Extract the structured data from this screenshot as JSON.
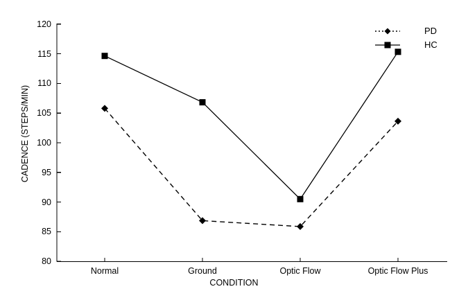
{
  "chart_data": {
    "type": "line",
    "title": "",
    "xlabel": "CONDITION",
    "ylabel": "CADENCE (STEPS/MIN)",
    "categories": [
      "Normal",
      "Ground",
      "Optic Flow",
      "Optic Flow Plus"
    ],
    "series": [
      {
        "name": "PD",
        "values": [
          105.7,
          86.8,
          85.8,
          103.6
        ],
        "line_style": "dashed",
        "marker": "diamond",
        "color": "#000000"
      },
      {
        "name": "HC",
        "values": [
          114.3,
          106.6,
          90.5,
          115.2
        ],
        "line_style": "solid",
        "marker": "square",
        "color": "#000000"
      }
    ],
    "ylim": [
      80,
      120
    ],
    "yticks": [
      80,
      85,
      90,
      95,
      100,
      105,
      110,
      115,
      120
    ],
    "ytick_labels": [
      "80",
      "85",
      "90",
      "95",
      "100",
      "105",
      "110",
      "115",
      "120"
    ],
    "grid": false,
    "legend_position": "top-right",
    "legend_entries": [
      {
        "label": "PD",
        "line_style": "dotted",
        "marker": "diamond"
      },
      {
        "label": "HC",
        "line_style": "solid",
        "marker": "square"
      }
    ]
  },
  "colors": {
    "background": "#ffffff",
    "axis": "#000000",
    "text": "#000000",
    "series": "#000000"
  }
}
